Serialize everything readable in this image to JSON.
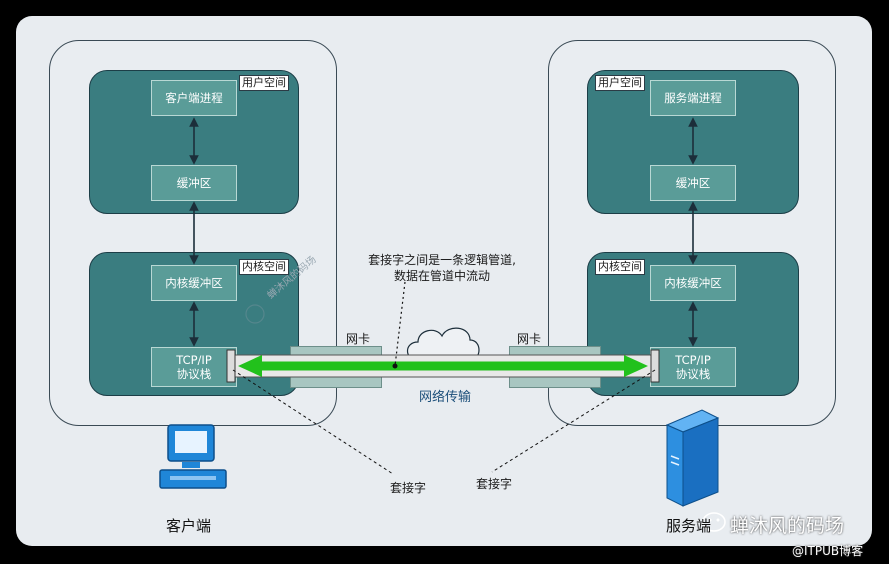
{
  "client": {
    "user_space_tag": "用户空间",
    "process": "客户端进程",
    "buffer": "缓冲区",
    "kernel_space_tag": "内核空间",
    "kernel_buffer": "内核缓冲区",
    "stack_line1": "TCP/IP",
    "stack_line2": "协议栈",
    "nic": "网卡",
    "caption": "客户端"
  },
  "server": {
    "user_space_tag": "用户空间",
    "process": "服务端进程",
    "buffer": "缓冲区",
    "kernel_space_tag": "内核空间",
    "kernel_buffer": "内核缓冲区",
    "stack_line1": "TCP/IP",
    "stack_line2": "协议栈",
    "nic": "网卡",
    "caption": "服务端"
  },
  "pipe_annotation_line1": "套接字之间是一条逻辑管道,",
  "pipe_annotation_line2": "数据在管道中流动",
  "network_label": "网络传输",
  "socket_left": "套接字",
  "socket_right": "套接字",
  "watermark_small": "蝉沐风的码场",
  "watermark_large": "蝉沐风的码场",
  "watermark_itpub": "@ITPUB博客",
  "colors": {
    "box_fill": "#3a7d80",
    "inner_fill": "#5a9c98",
    "pipe_green": "#22c11c",
    "nic_fill": "#a8c6c1",
    "icon_blue": "#1f86d8"
  }
}
